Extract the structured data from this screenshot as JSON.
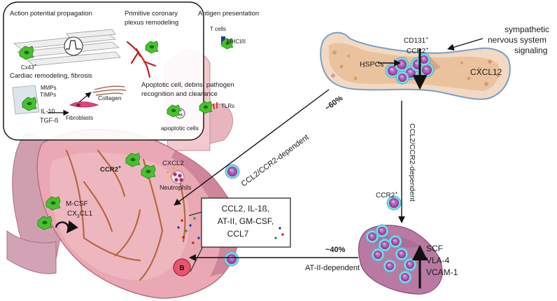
{
  "inset": {
    "action_potential": "Action potential propagation",
    "cx43": "Cx43",
    "cx43_sup": "+",
    "coronary_line1": "Primitive coronary",
    "coronary_line2": "plexus remodeling",
    "antigen": "Antigen presentation",
    "tcells": "T cells",
    "mhc": "MHCI/II",
    "remodeling": "Cardiac remodeling, fibrosis",
    "mmps": "MMPs",
    "timps": "TIMPs",
    "collagen": "Collagen",
    "il10": "IL-10",
    "tgfb": "TGF-ß",
    "fibroblasts": "Fibroblasts",
    "apoptotic_line1": "Apoptotic cell, debris, pathogen",
    "apoptotic_line2": "recognition and clearance",
    "apoptotic_cells": "apoptotic cells",
    "tlrs": "TLRs"
  },
  "heart": {
    "ccr2": "CCR2",
    "ccr2_sup": "+",
    "mcsf": "M-CSF",
    "cx3cl1_a": "CX",
    "cx3cl1_sub": "3",
    "cx3cl1_b": "CL1",
    "cxcl2": "CXCL2",
    "neutrophils": "Neutrophils",
    "b_label": "B"
  },
  "box": {
    "line1": "CCL2, IL-1ß,",
    "line2": "AT-II, GM-CSF,",
    "line3": "CCL7"
  },
  "bone": {
    "cd131": "CD131",
    "cd131_sup": "+",
    "ccr2": "CCR2",
    "ccr2_sup": "+",
    "hspcs": "HSPCs",
    "cxcl12": "CXCL12",
    "sns_line1": "sympathetic",
    "sns_line2": "nervous system",
    "sns_line3": "signaling"
  },
  "arrows": {
    "diag_label": "CCL2/CCR2-dependent",
    "diag_pct": "~60%",
    "vert_label": "CCL2/CCR2-dependent",
    "horiz_pct": "~40%",
    "horiz_label": "AT-II-dependent"
  },
  "spleen": {
    "ccr2": "CCR2",
    "ccr2_sup": "+",
    "scf": "SCF",
    "vla4": "VLA-4",
    "vcam1": "VCAM-1"
  }
}
